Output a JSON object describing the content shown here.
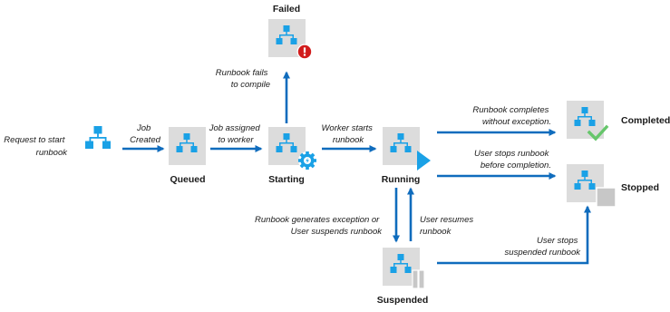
{
  "colors": {
    "arrow": "#0f6cbd",
    "node_bg": "#dcdcdc",
    "node_blue": "#1aa1e6",
    "error": "#d11c1c",
    "check": "#66c66b",
    "gear": "#1aa1e6"
  },
  "states": {
    "failed": "Failed",
    "queued": "Queued",
    "starting": "Starting",
    "running": "Running",
    "completed": "Completed",
    "stopped": "Stopped",
    "suspended": "Suspended"
  },
  "edges": {
    "request_start": [
      "Request to start",
      "runbook"
    ],
    "job_created": [
      "Job",
      "Created"
    ],
    "job_assigned": [
      "Job assigned",
      "to worker"
    ],
    "worker_starts": [
      "Worker starts",
      "runbook"
    ],
    "fails_compile": [
      "Runbook fails",
      "to compile"
    ],
    "completes": [
      "Runbook completes",
      "without exception."
    ],
    "user_stops": [
      "User stops runbook",
      "before completion."
    ],
    "generates_exception": [
      "Runbook generates exception or",
      "User suspends runbook"
    ],
    "user_resumes": [
      "User resumes",
      "runbook"
    ],
    "user_stops_suspended": [
      "User stops",
      "suspended runbook"
    ]
  }
}
